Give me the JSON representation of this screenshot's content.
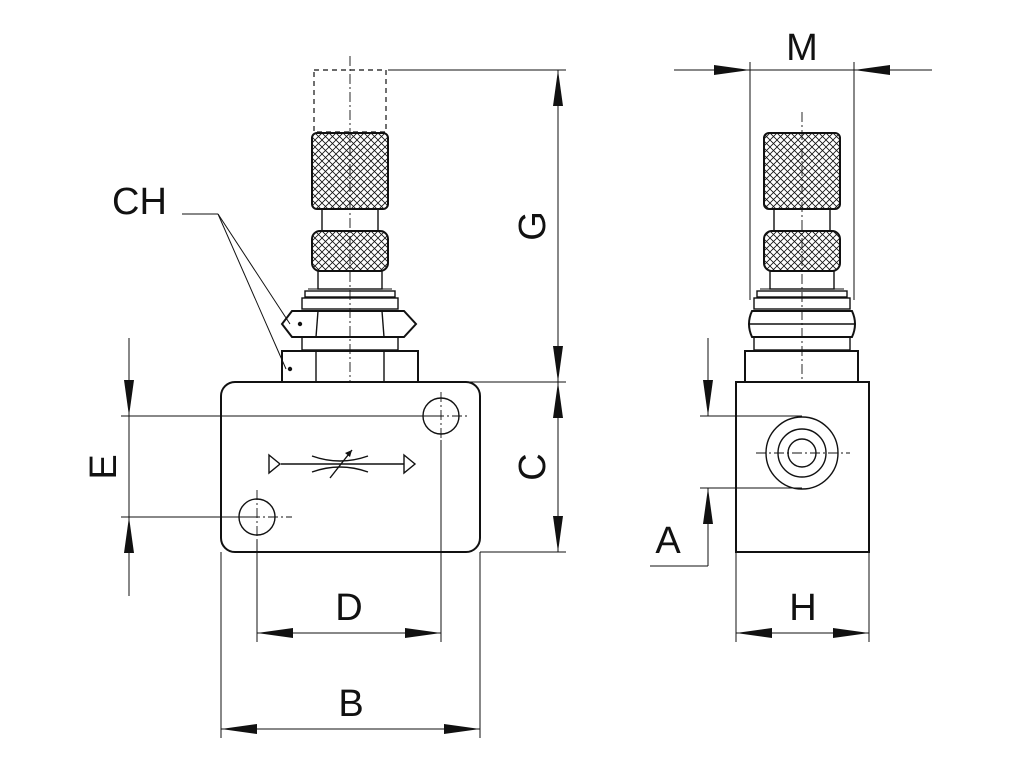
{
  "labels": {
    "CH": "CH",
    "G": "G",
    "C": "C",
    "E": "E",
    "D": "D",
    "B": "B",
    "M": "M",
    "A": "A",
    "H": "H"
  }
}
